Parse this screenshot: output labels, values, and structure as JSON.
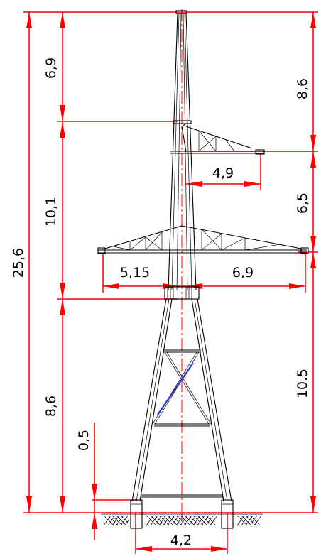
{
  "dimensions": {
    "total_height": "25,6",
    "top_segment": "6,9",
    "middle_segment": "10,1",
    "lower_segment": "8,6",
    "footing_height": "0,5",
    "right_top": "8,6",
    "right_middle": "6,5",
    "right_lower": "10.5",
    "upper_arm_reach": "4,9",
    "lower_arm_left": "5,15",
    "lower_arm_right": "6,9",
    "base_width": "4,2"
  },
  "colors": {
    "dimension_lines": "#ff0000",
    "structure": "#000000",
    "diagonal_highlight": "#3333cc"
  }
}
